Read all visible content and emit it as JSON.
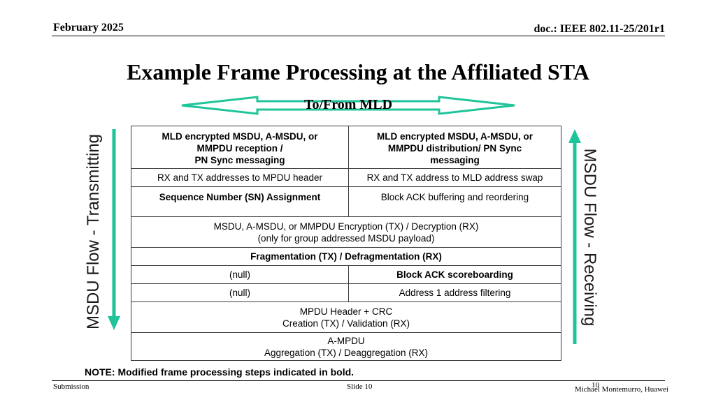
{
  "header": {
    "date": "February 2025",
    "doc": "doc.: IEEE 802.11-25/201r1"
  },
  "title": "Example Frame Processing at the Affiliated STA",
  "mld_label": "To/From MLD",
  "left_flow_label": "MSDU Flow - Transmitting",
  "right_flow_label": "MSDU Flow - Receiving",
  "arrow_color": "#1fc49a",
  "table": {
    "r1_left_lines": [
      "MLD encrypted MSDU, A-MSDU, or",
      "MMPDU reception /",
      "PN Sync messaging"
    ],
    "r1_right_lines": [
      "MLD encrypted MSDU, A-MSDU, or",
      "MMPDU distribution/ PN Sync",
      "messaging"
    ],
    "r2_left": "RX and TX addresses to MPDU header",
    "r2_right": "RX and TX address to MLD address swap",
    "r3_left": "Sequence Number (SN) Assignment",
    "r3_right": "Block ACK buffering and reordering",
    "r4_lines": [
      "MSDU, A-MSDU, or MMPDU Encryption (TX) / Decryption (RX)",
      "(only for group addressed MSDU payload)"
    ],
    "r5": "Fragmentation (TX) / Defragmentation (RX)",
    "r6_left": "(null)",
    "r6_right": "Block ACK scoreboarding",
    "r7_left": "(null)",
    "r7_right": "Address 1 address filtering",
    "r8_lines": [
      "MPDU Header + CRC",
      "Creation (TX) / Validation (RX)"
    ],
    "r9_lines": [
      "A-MPDU",
      "Aggregation (TX) / Deaggregation (RX)"
    ]
  },
  "note": "NOTE: Modified frame processing steps indicated in bold.",
  "footer": {
    "submission": "Submission",
    "slide": "Slide 10",
    "page_number": "10",
    "author": "Michael Montemurro, Huawei"
  }
}
